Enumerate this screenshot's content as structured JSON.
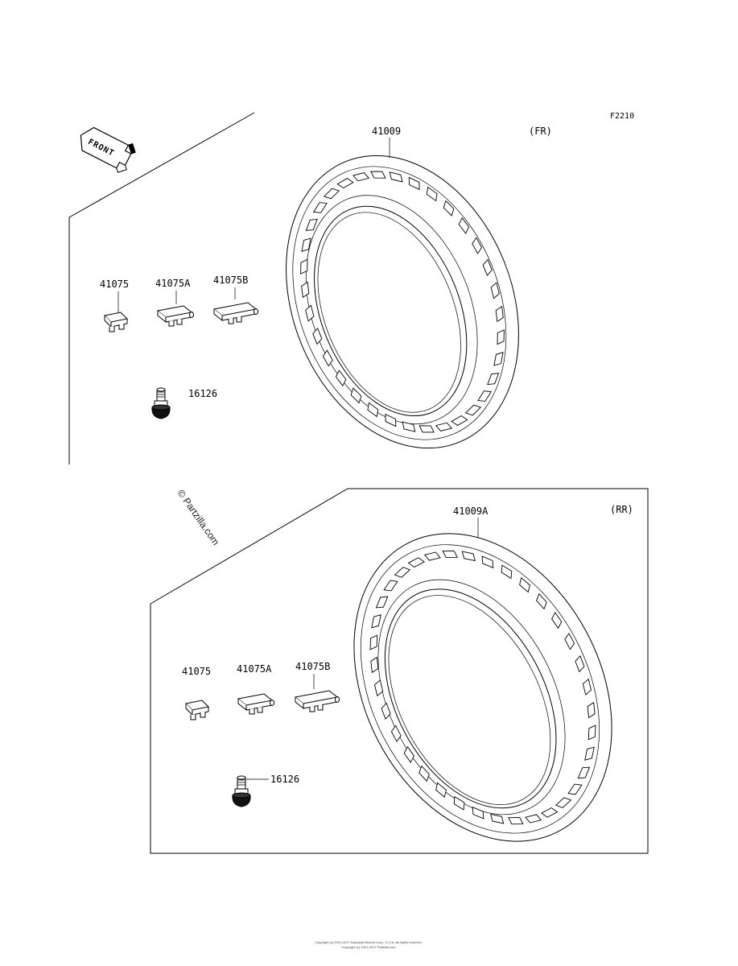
{
  "diagram_code": "F2210",
  "front_label": "FRONT",
  "watermark": "© Partzilla.com",
  "front_group": {
    "position_label": "(FR)",
    "tire_part": "41009",
    "weights": [
      "41075",
      "41075A",
      "41075B"
    ],
    "valve_part": "16126"
  },
  "rear_group": {
    "position_label": "(RR)",
    "tire_part": "41009A",
    "weights": [
      "41075",
      "41075A",
      "41075B"
    ],
    "valve_part": "16126"
  },
  "footer_line1": "Copyright (c) 2001-2017 Kawasaki Motors Corp., U.S.A. All rights reserved.",
  "footer_line2": "Copyright (c) 2001-2017 Partzilla.com"
}
